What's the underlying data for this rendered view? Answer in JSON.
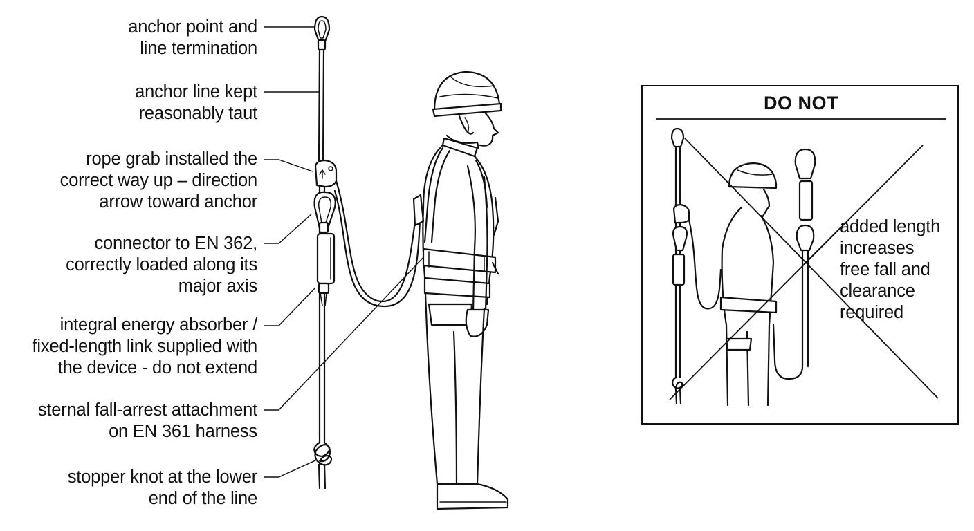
{
  "callouts": [
    {
      "id": "anchor-point",
      "lines": [
        "anchor point and",
        "line termination"
      ]
    },
    {
      "id": "anchor-line",
      "lines": [
        "anchor line kept",
        "reasonably taut"
      ]
    },
    {
      "id": "rope-grab",
      "lines": [
        "rope grab installed the",
        "correct way up – direction",
        "arrow toward anchor"
      ]
    },
    {
      "id": "connector",
      "lines": [
        "connector to EN 362,",
        "correctly loaded along its",
        "major axis"
      ]
    },
    {
      "id": "energy-absorber",
      "lines": [
        "integral energy absorber /",
        "fixed-length link supplied with",
        "the device - do not extend"
      ]
    },
    {
      "id": "sternal-attachment",
      "lines": [
        "sternal fall-arrest attachment",
        "on EN 361 harness"
      ]
    },
    {
      "id": "stopper-knot",
      "lines": [
        "stopper knot at the lower",
        "end of the line"
      ]
    }
  ],
  "panel": {
    "title": "DO NOT",
    "note": [
      "added length",
      "increases",
      "free fall and",
      "clearance",
      "required"
    ]
  },
  "icons": [
    "carabiner-icon",
    "rope-grab-icon",
    "energy-absorber-icon",
    "figure-eight-knot-icon",
    "helmet-icon",
    "harness-icon",
    "worker-figure-icon",
    "cross-out-icon"
  ],
  "colors": {
    "ink": "#111111",
    "background": "#ffffff"
  }
}
